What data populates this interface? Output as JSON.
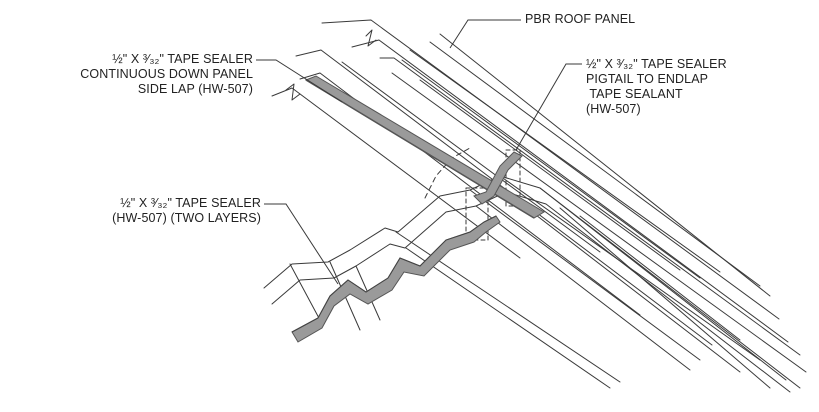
{
  "labels": {
    "roof_panel": "PBR ROOF PANEL",
    "side_lap": [
      "½\" X ³⁄₃₂\" TAPE SEALER",
      "CONTINUOUS DOWN PANEL",
      "SIDE LAP (HW-507)"
    ],
    "pigtail": [
      "½\" X ³⁄₃₂\" TAPE SEALER",
      "PIGTAIL TO ENDLAP",
      " TAPE SEALANT",
      "(HW-507)"
    ],
    "two_layers": [
      "½\" X ³⁄₃₂\" TAPE SEALER",
      "(HW-507) (TWO LAYERS)"
    ]
  },
  "colors": {
    "line": "#3a3a3a",
    "sealer_fill": "#9a9a9a",
    "sealer_dark": "#555555",
    "text": "#222222"
  }
}
